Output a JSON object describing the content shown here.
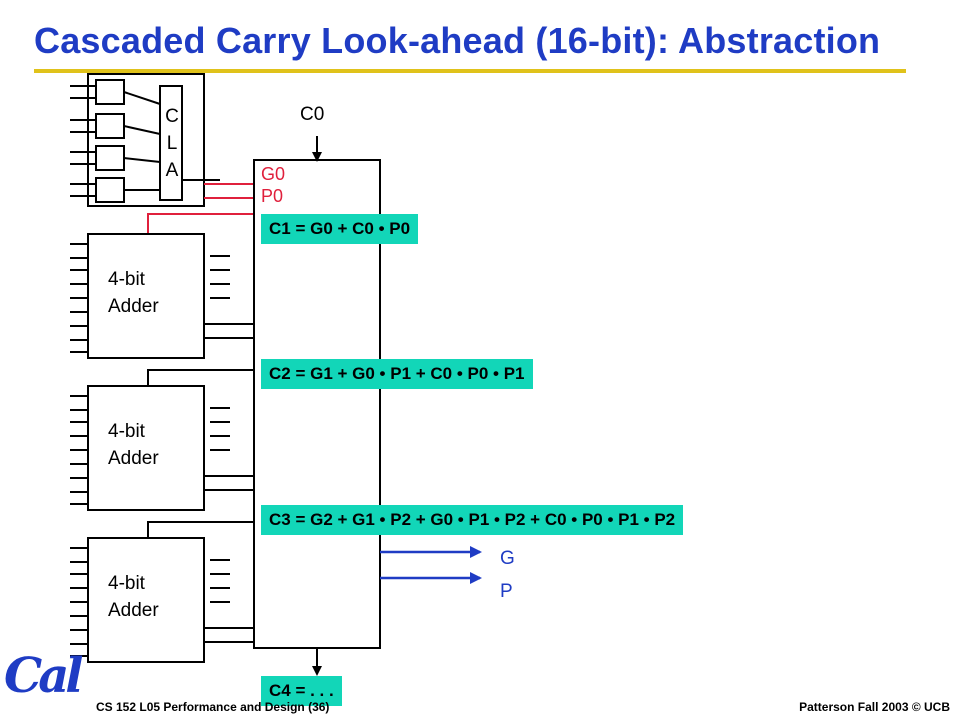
{
  "title": "Cascaded Carry Look-ahead (16-bit): Abstraction",
  "cla_letters": [
    "C",
    "L",
    "A"
  ],
  "adders": [
    {
      "line1": "4-bit",
      "line2": "Adder"
    },
    {
      "line1": "4-bit",
      "line2": "Adder"
    },
    {
      "line1": "4-bit",
      "line2": "Adder"
    }
  ],
  "labels": {
    "c0": "C0",
    "g0": "G0",
    "p0": "P0",
    "g_out": "G",
    "p_out": "P"
  },
  "equations": {
    "c1": "C1 = G0 + C0 • P0",
    "c2": "C2 = G1 + G0 • P1 + C0 • P0 • P1",
    "c3": "C3 = G2 + G1 • P2 + G0 • P1 • P2 + C0 • P0 • P1 • P2",
    "c4": "C4 = . . ."
  },
  "footer": {
    "left": "CS 152 L05 Performance and Design (36)",
    "right": "Patterson Fall 2003 © UCB"
  },
  "logo_text": "Cal",
  "colors": {
    "title": "#1f3cc4",
    "rule": "#e0c21a",
    "equation_bg": "#12d6b8",
    "signal_red": "#e0203c",
    "arrow_blue": "#1f3cc4"
  }
}
